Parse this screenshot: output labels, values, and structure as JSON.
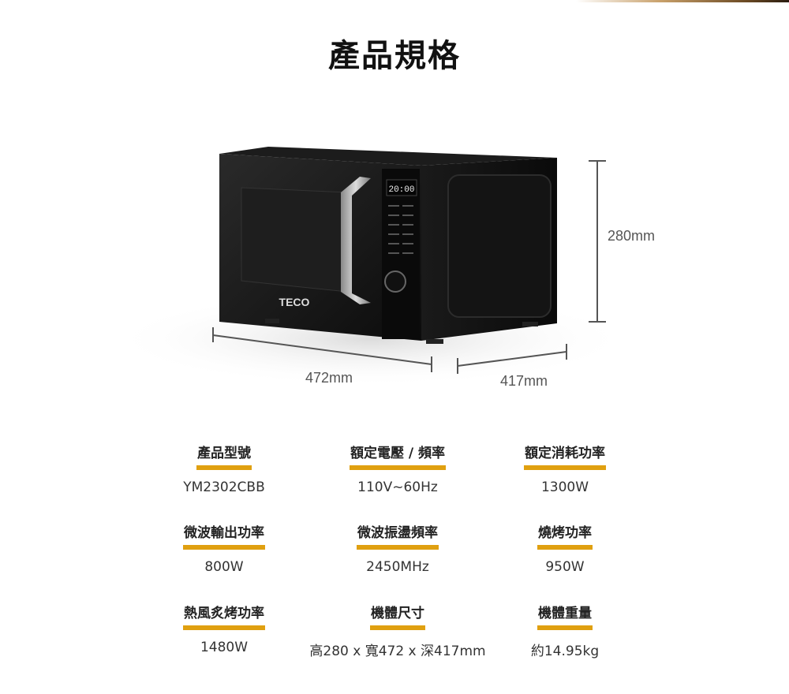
{
  "page": {
    "title": "產品規格"
  },
  "product": {
    "brand": "TECO",
    "display_time": "20:00"
  },
  "dimensions": {
    "height": "280mm",
    "width": "472mm",
    "depth": "417mm"
  },
  "specs": [
    {
      "label": "產品型號",
      "value": "YM2302CBB"
    },
    {
      "label": "額定電壓 / 頻率",
      "value": "110V~60Hz"
    },
    {
      "label": "額定消耗功率",
      "value": "1300W"
    },
    {
      "label": "微波輸出功率",
      "value": "800W"
    },
    {
      "label": "微波振盪頻率",
      "value": "2450MHz"
    },
    {
      "label": "燒烤功率",
      "value": "950W"
    },
    {
      "label": "熱風炙烤功率",
      "value": "1480W"
    },
    {
      "label": "機體尺寸",
      "value": "高280 x 寬472 x 深417mm"
    },
    {
      "label": "機體重量",
      "value": "約14.95kg"
    }
  ],
  "colors": {
    "accent": "#e0a010",
    "microwave_body": "#111111"
  }
}
